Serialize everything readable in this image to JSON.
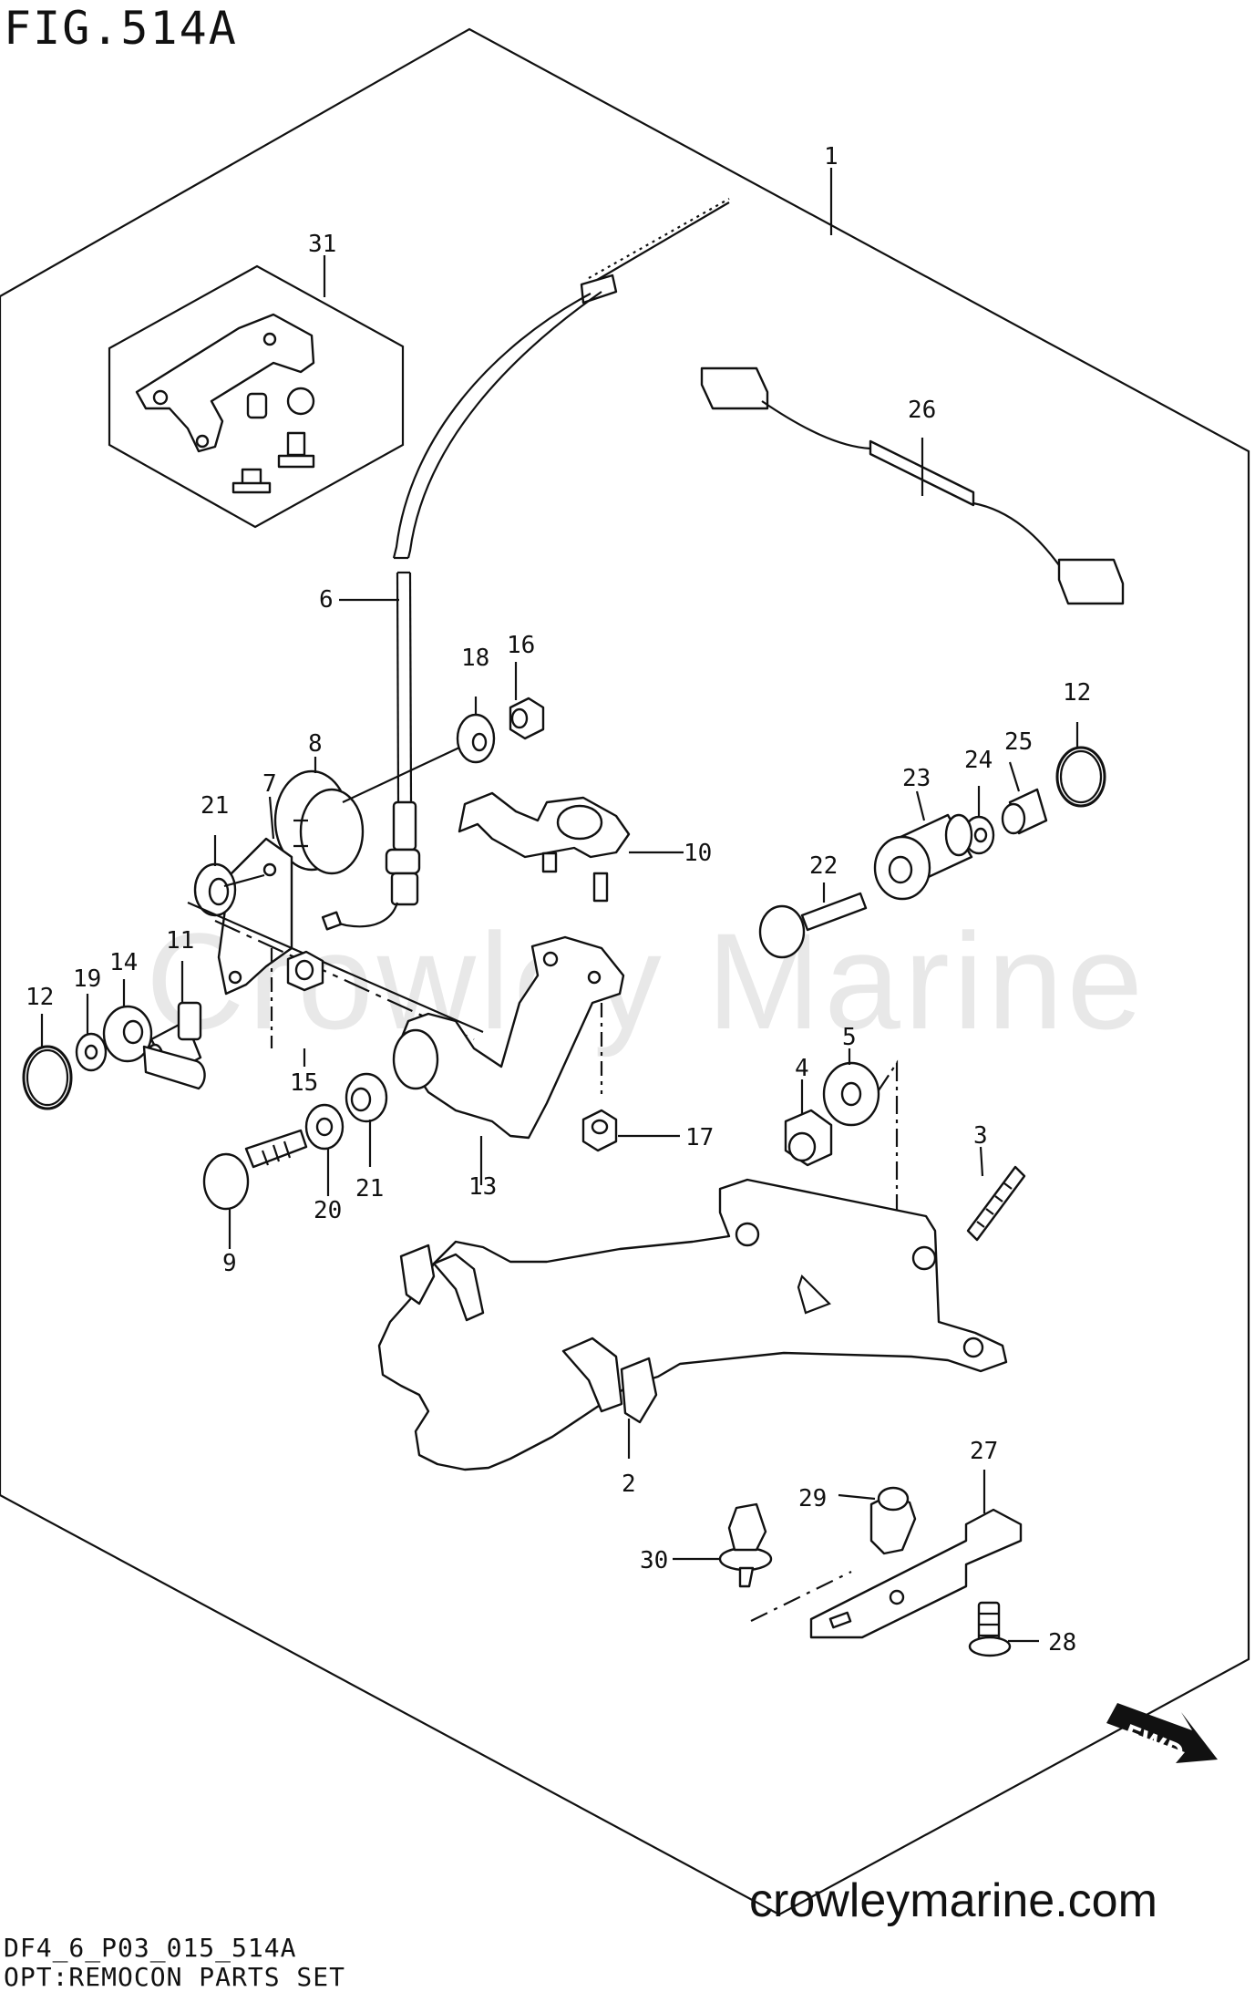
{
  "figure": {
    "title": "FIG.514A",
    "code": "DF4_6_P03_015_514A",
    "description": "OPT:REMOCON PARTS SET",
    "site": "crowleymarine.com",
    "watermark": "Crowley Marine",
    "fwd_label": "FWD"
  },
  "callouts": [
    "1",
    "2",
    "3",
    "4",
    "5",
    "6",
    "7",
    "8",
    "9",
    "10",
    "11",
    "12",
    "13",
    "14",
    "15",
    "16",
    "17",
    "18",
    "19",
    "20",
    "21",
    "22",
    "23",
    "24",
    "25",
    "26",
    "27",
    "28",
    "29",
    "30",
    "31"
  ]
}
